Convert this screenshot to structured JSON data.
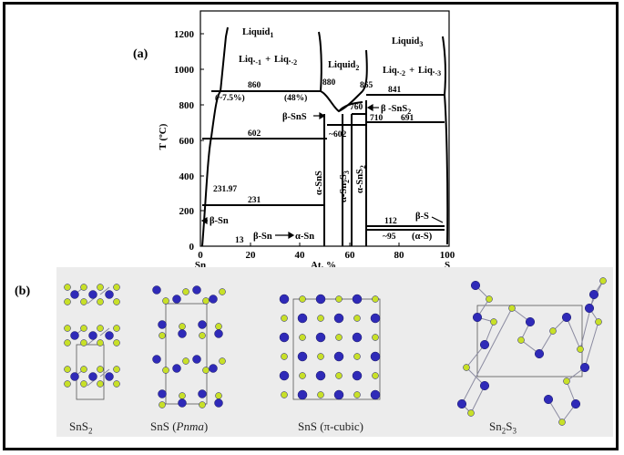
{
  "figure": {
    "panel_a_label": "(a)",
    "panel_b_label": "(b)"
  },
  "phase_diagram": {
    "y_axis_label": "T (ºC)",
    "x_axis_label": "At. %",
    "x_left_label": "Sn",
    "x_right_label": "S",
    "y_ticks": [
      "0",
      "200",
      "400",
      "600",
      "800",
      "1000",
      "1200"
    ],
    "x_ticks": [
      "0",
      "20",
      "40",
      "60",
      "80",
      "100"
    ],
    "regions": {
      "liquid1": "Liquid",
      "liquid1_sub": "1",
      "liquid2": "Liquid",
      "liquid2_sub": "2",
      "liquid3": "Liquid",
      "liquid3_sub": "3",
      "liq12": "Liq.",
      "liq12_a": "-1",
      "liq12_plus": "+",
      "liq12_b": "-2",
      "liq23": "Liq.",
      "liq23_a": "-2",
      "liq23_plus": "+",
      "liq23_b": "-3",
      "beta_sns": "β-SnS",
      "beta_sns2": "β -SnS",
      "beta_sns2_sub": "2",
      "alpha_sns": "α-SnS",
      "alpha_sn2s3": "α-Sn",
      "alpha_sn2s3_sub1": "2",
      "alpha_sn2s3_s": "S",
      "alpha_sn2s3_sub2": "3",
      "alpha_sns2": "α-SnS",
      "alpha_sns2_sub": "2",
      "beta_sn": "β-Sn",
      "beta_to_alpha": "β-Sn",
      "beta_to_alpha_b": "α-Sn",
      "beta_s": "β-S",
      "alpha_s": "(α-S)"
    },
    "temps": {
      "t860": "860",
      "t880": "880",
      "t865": "865",
      "t841": "841",
      "t760": "760",
      "t710": "710",
      "t691": "691",
      "t602": "602",
      "t602b": "~602",
      "t231": "231",
      "t23197": "231.97",
      "t112": "112",
      "t13": "13",
      "t95": "~95",
      "pct75": "(~7.5%)",
      "pct48": "(48%)"
    }
  },
  "structures": [
    {
      "base": "SnS",
      "sub": "2",
      "tail": ""
    },
    {
      "base": "SnS (",
      "sub": "",
      "tail": "Pnma",
      "close": ")"
    },
    {
      "base": "SnS (π-cubic)",
      "sub": "",
      "tail": ""
    },
    {
      "base": "Sn",
      "sub": "2",
      "tail": "S",
      "sub2": "3"
    }
  ],
  "colors": {
    "sn_atom": "#2f2ab8",
    "s_atom": "#c8e028",
    "panel_bg": "#ececec"
  }
}
